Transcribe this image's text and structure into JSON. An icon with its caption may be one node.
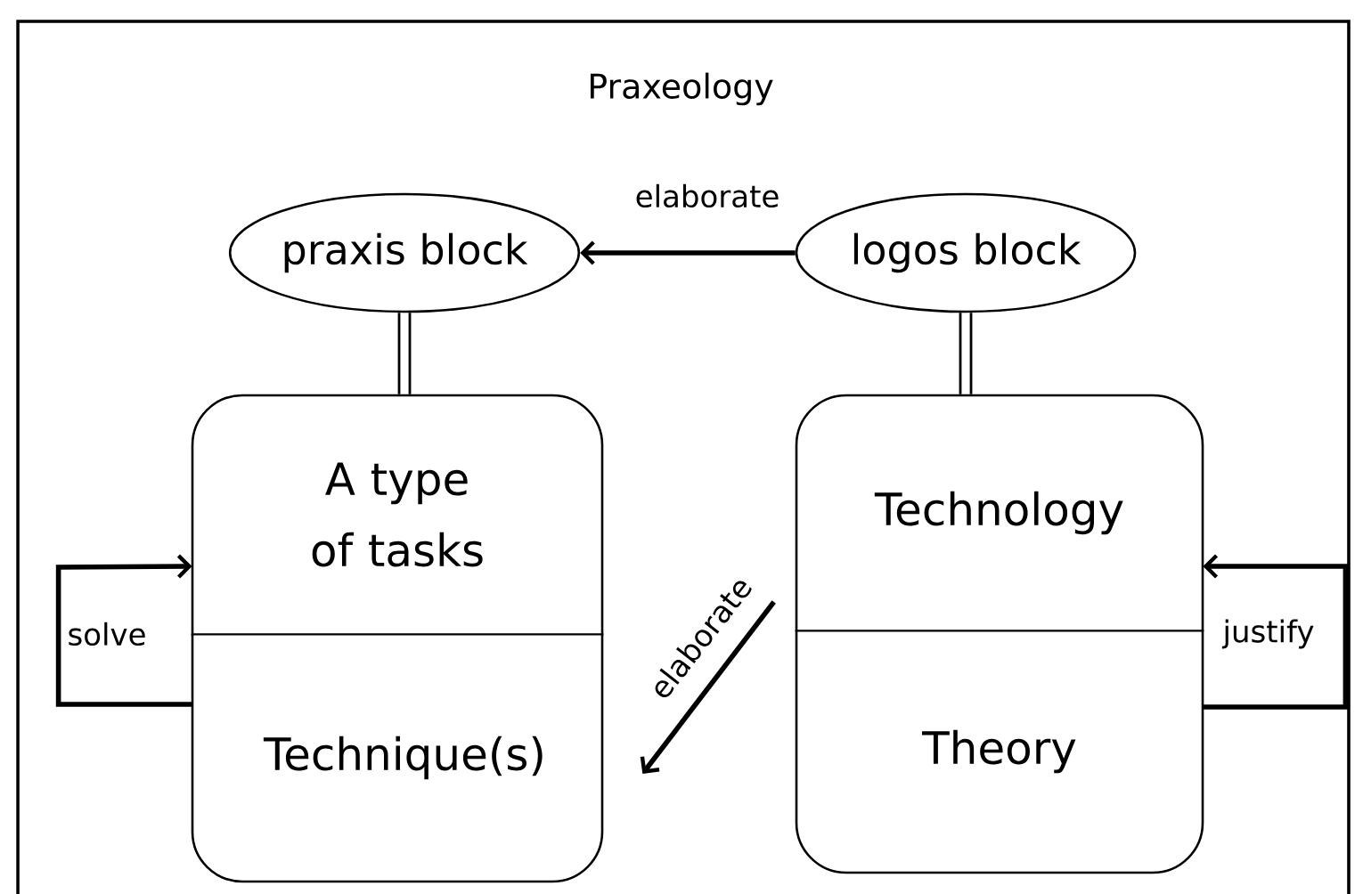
{
  "diagram": {
    "title": "Praxeology",
    "nodes": [
      {
        "text": [
          "praxis block"
        ]
      },
      {
        "text": [
          "logos block"
        ]
      },
      {
        "text": [],
        "shape": "box"
      },
      {
        "text": [
          "A type of tasks"
        ],
        "in": 2
      },
      {
        "text": [
          "Technique(s)"
        ],
        "in": 2
      },
      {
        "text": [],
        "shape": "box"
      },
      {
        "text": [
          "Technology"
        ],
        "in": 5
      },
      {
        "text": [
          "Theory"
        ],
        "in": 5
      }
    ],
    "edges": [
      {
        "from": 1,
        "to": 0,
        "arrow": "to",
        "label": "elaborate"
      },
      {
        "from": 0,
        "to": 2,
        "arrow": "none"
      },
      {
        "from": 1,
        "to": 5,
        "arrow": "none"
      },
      {
        "from": 4,
        "to": 3,
        "arrow": "to",
        "label": "solve"
      },
      {
        "from": 7,
        "to": 6,
        "arrow": "to",
        "label": "justify"
      },
      {
        "from": 5,
        "to": 2,
        "arrow": "to",
        "label": "elaborate"
      }
    ]
  }
}
